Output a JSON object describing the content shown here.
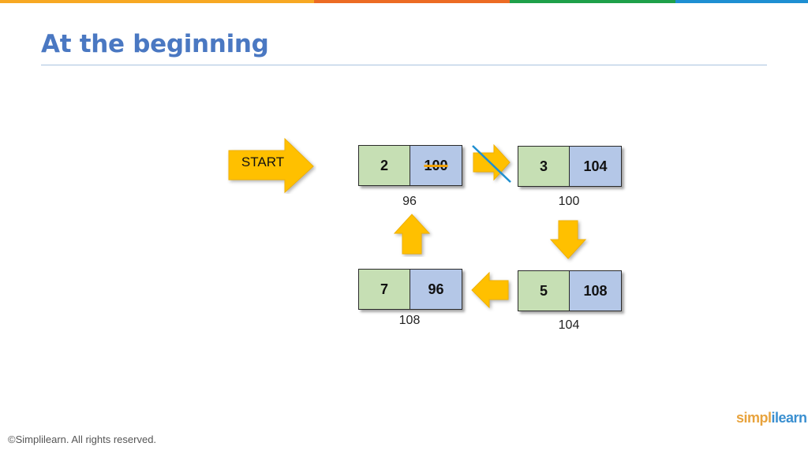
{
  "title": "At the beginning",
  "start_label": "START",
  "nodes": [
    {
      "data": "2",
      "next": "100",
      "address": "96"
    },
    {
      "data": "3",
      "next": "104",
      "address": "100"
    },
    {
      "data": "5",
      "next": "108",
      "address": "104"
    },
    {
      "data": "7",
      "next": "96",
      "address": "108"
    }
  ],
  "footer": "©Simplilearn. All rights reserved.",
  "logo": {
    "part1": "simpl",
    "part2": "i",
    "part3": "learn"
  },
  "colors": {
    "title": "#4a78c2",
    "data_cell": "#c6dfb4",
    "next_cell": "#b4c7e7",
    "arrow": "#ffc000",
    "strike_line": "#1f8fd0",
    "topbar": [
      "#f7a823",
      "#ec6b24",
      "#1fa04a",
      "#1e8fd2"
    ]
  }
}
